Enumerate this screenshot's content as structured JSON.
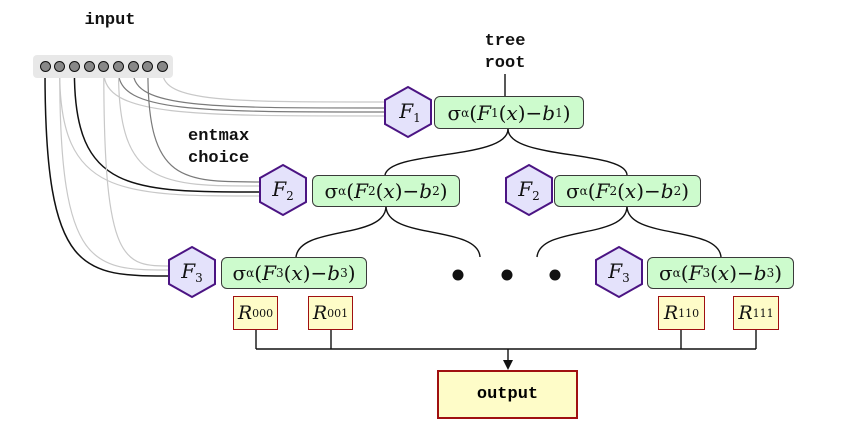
{
  "labels": {
    "input": "input",
    "tree_root": "tree\nroot",
    "entmax_choice": "entmax\nchoice",
    "output": "output"
  },
  "input_nodes": 9,
  "nodes": {
    "f1": {
      "feature": "F",
      "index": "1",
      "expr_sigma": "σ",
      "expr_alpha": "α",
      "expr_b": "b"
    },
    "f2_left": {
      "feature": "F",
      "index": "2",
      "expr_sigma": "σ",
      "expr_alpha": "α",
      "expr_b": "b"
    },
    "f2_right": {
      "feature": "F",
      "index": "2",
      "expr_sigma": "σ",
      "expr_alpha": "α",
      "expr_b": "b"
    },
    "f3_left": {
      "feature": "F",
      "index": "3",
      "expr_sigma": "σ",
      "expr_alpha": "α",
      "expr_b": "b"
    },
    "f3_right": {
      "feature": "F",
      "index": "3",
      "expr_sigma": "σ",
      "expr_alpha": "α",
      "expr_b": "b"
    }
  },
  "responses": [
    {
      "symbol": "R",
      "index": "000"
    },
    {
      "symbol": "R",
      "index": "001"
    },
    {
      "symbol": "R",
      "index": "110"
    },
    {
      "symbol": "R",
      "index": "111"
    }
  ],
  "ellipsis": "• • •",
  "colors": {
    "hex_fill": "#e4e2fb",
    "hex_stroke": "#4b1483",
    "split_fill": "#cdfbcd",
    "response_fill": "#fefcc8",
    "response_stroke": "#a01010",
    "wire_strong": "#111111",
    "wire_medium": "#7a7a7a",
    "wire_light": "#c8c8c8"
  }
}
